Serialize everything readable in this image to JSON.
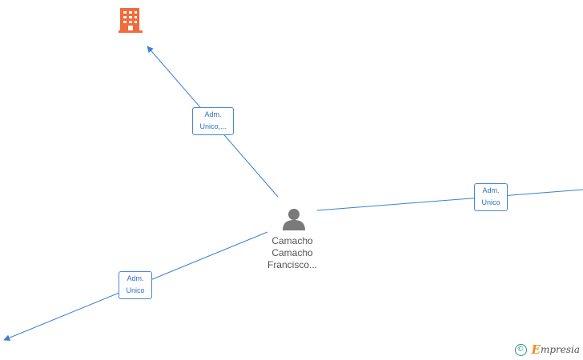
{
  "nodes": {
    "person": {
      "name_lines": [
        "Camacho",
        "Camacho",
        "Francisco..."
      ]
    }
  },
  "edges": [
    {
      "label_lines": [
        "Adm.",
        "Unico,..."
      ]
    },
    {
      "label_lines": [
        "Adm.",
        "Unico"
      ]
    },
    {
      "label_lines": [
        "Adm.",
        "Unico"
      ]
    }
  ],
  "icons": {
    "company": "building-icon",
    "person": "person-icon"
  },
  "colors": {
    "edge": "#3a7fd1",
    "company": "#f26b3a",
    "person": "#7a7a7a"
  },
  "watermark": {
    "copyright": "©",
    "brand_initial": "E",
    "brand_rest": "mpresia"
  }
}
